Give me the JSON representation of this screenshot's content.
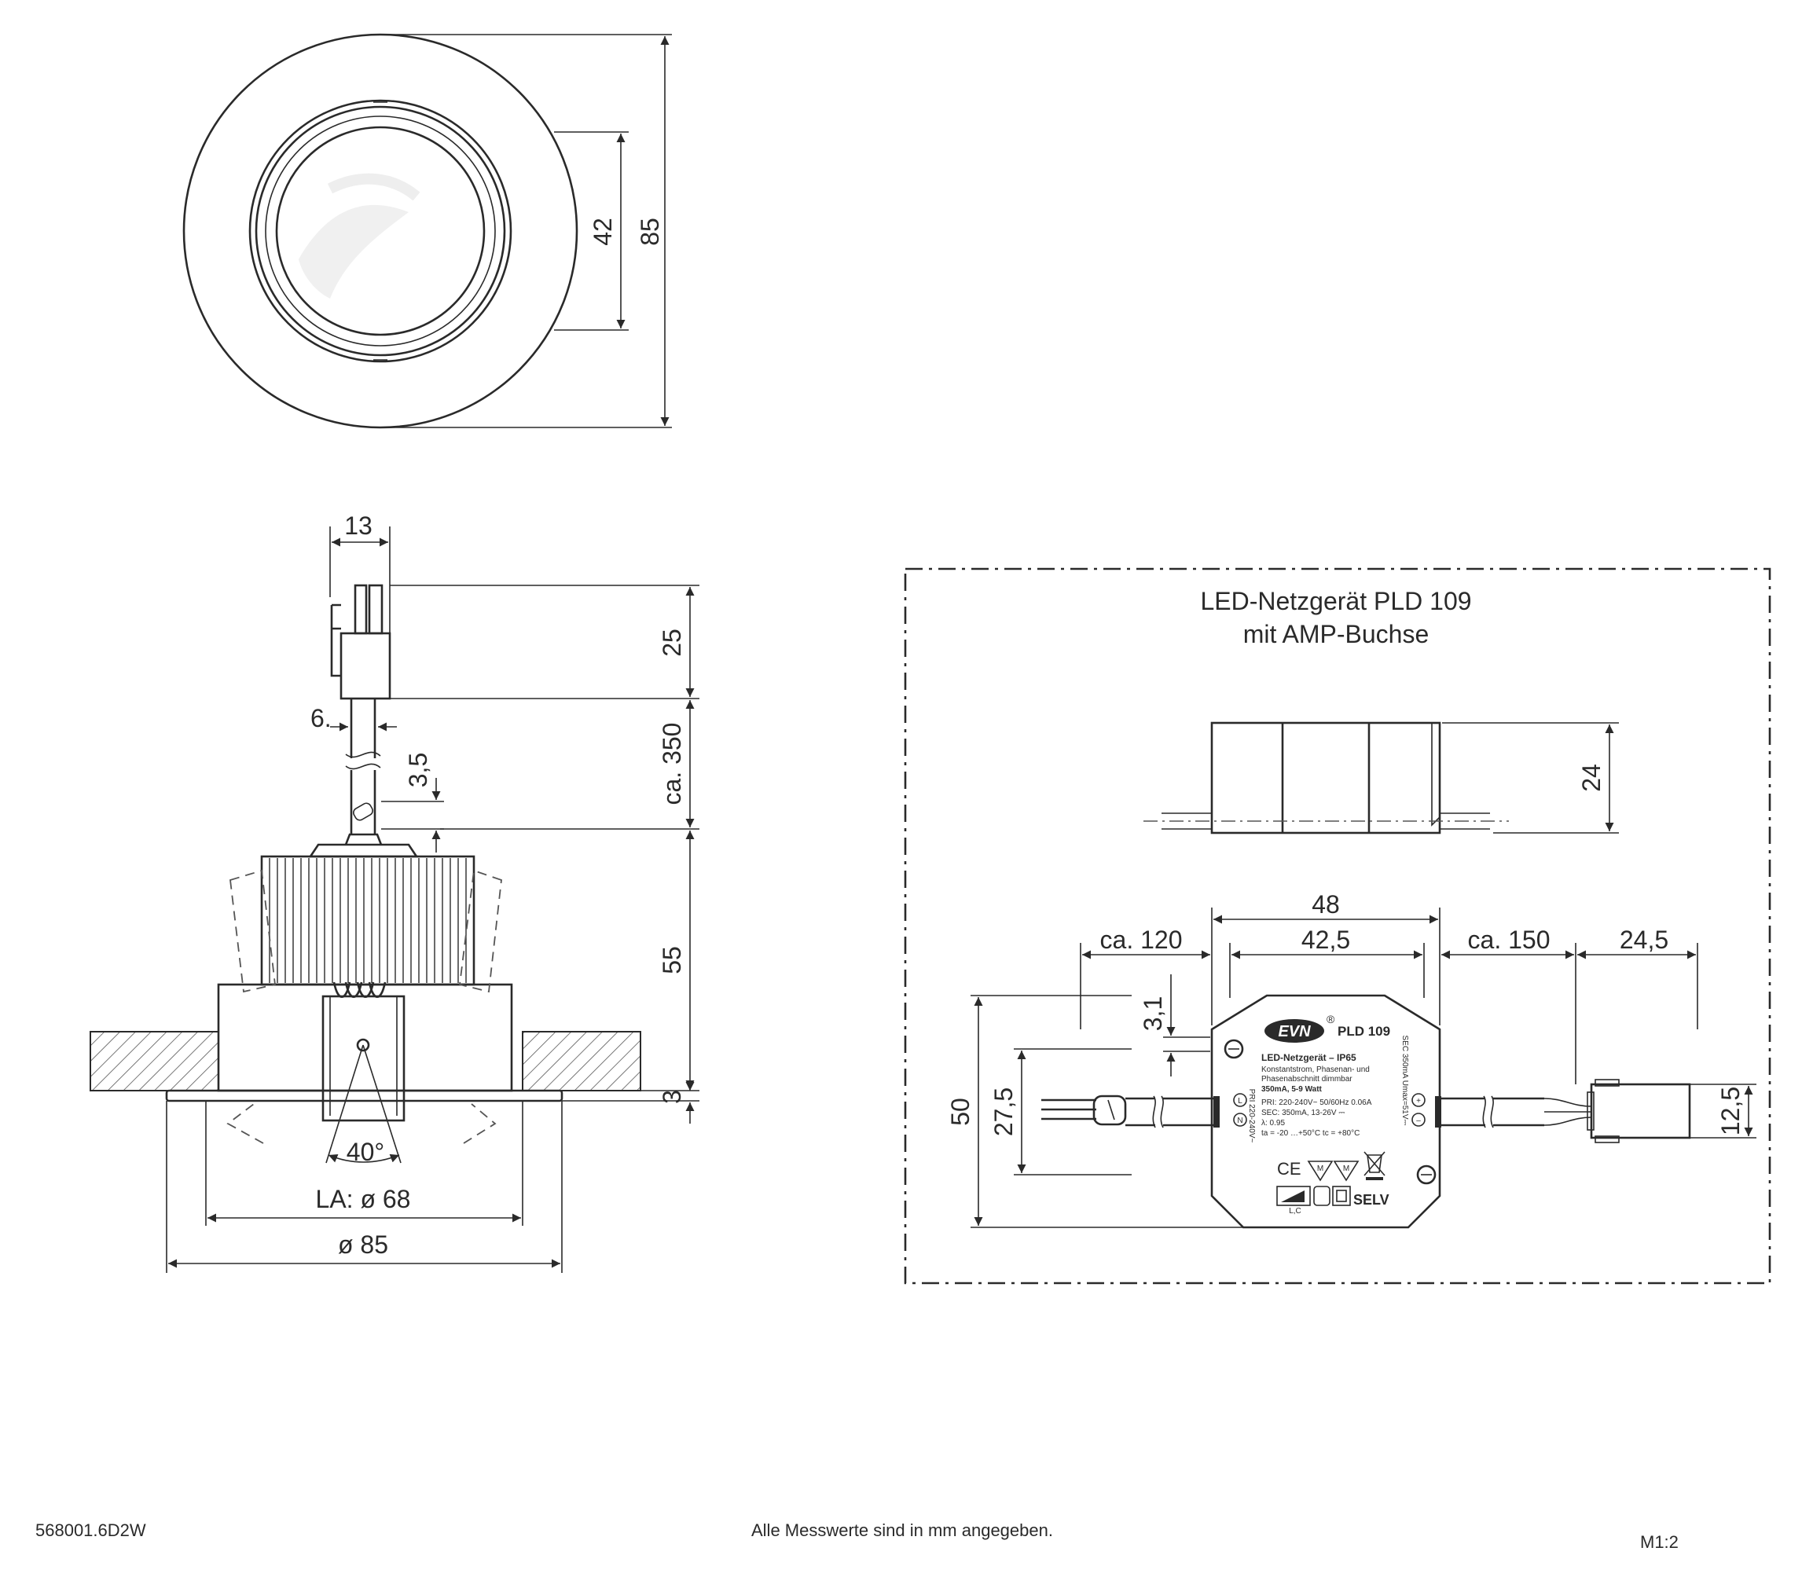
{
  "top_view": {
    "dim_inner": "42",
    "dim_outer": "85"
  },
  "side_view": {
    "dim_connector_width": "13",
    "dim_connector_height": "25",
    "dim_cable_dia": "6.",
    "dim_cable_length": "ca. 350",
    "dim_small": "3,5",
    "dim_body_height": "55",
    "dim_flange": "3",
    "angle": "40°",
    "cutout": "LA: ø 68",
    "outer_diameter": "ø 85"
  },
  "driver": {
    "title_line1": "LED-Netzgerät PLD 109",
    "title_line2": "mit AMP-Buchse",
    "dim_height": "24",
    "dim_48": "48",
    "dim_42_5": "42,5",
    "dim_ca_120": "ca. 120",
    "dim_ca_150": "ca. 150",
    "dim_24_5": "24,5",
    "dim_3_1": "3,1",
    "dim_50": "50",
    "dim_27_5": "27,5",
    "dim_12_5": "12,5",
    "label": {
      "brand": "EVN",
      "registered": "®",
      "model": "PLD 109",
      "heading": "LED-Netzgerät  –  IP65",
      "line1": "Konstantstrom, Phasenan- und",
      "line2": "Phasenabschnitt dimmbar",
      "line3": "350mA, 5-9 Watt",
      "line4": "PRI: 220-240V~  50/60Hz 0.06A",
      "line5": "SEC: 350mA, 13-26V ⎓",
      "line6": "λ: 0.95",
      "line7": "ta = -20 …+50°C  tc = +80°C",
      "pri_side": "PRI 220-240V~",
      "sec_side": "SEC 350mA Umax=51V⎓",
      "ce": "CE",
      "selv": "SELV",
      "lc": "L,C",
      "term_l": "L",
      "term_n": "N",
      "term_plus": "+",
      "term_minus": "–",
      "mark_m": "M"
    }
  },
  "footer": {
    "code": "568001.6D2W",
    "note": "Alle Messwerte sind in mm angegeben.",
    "scale": "M1:2"
  }
}
